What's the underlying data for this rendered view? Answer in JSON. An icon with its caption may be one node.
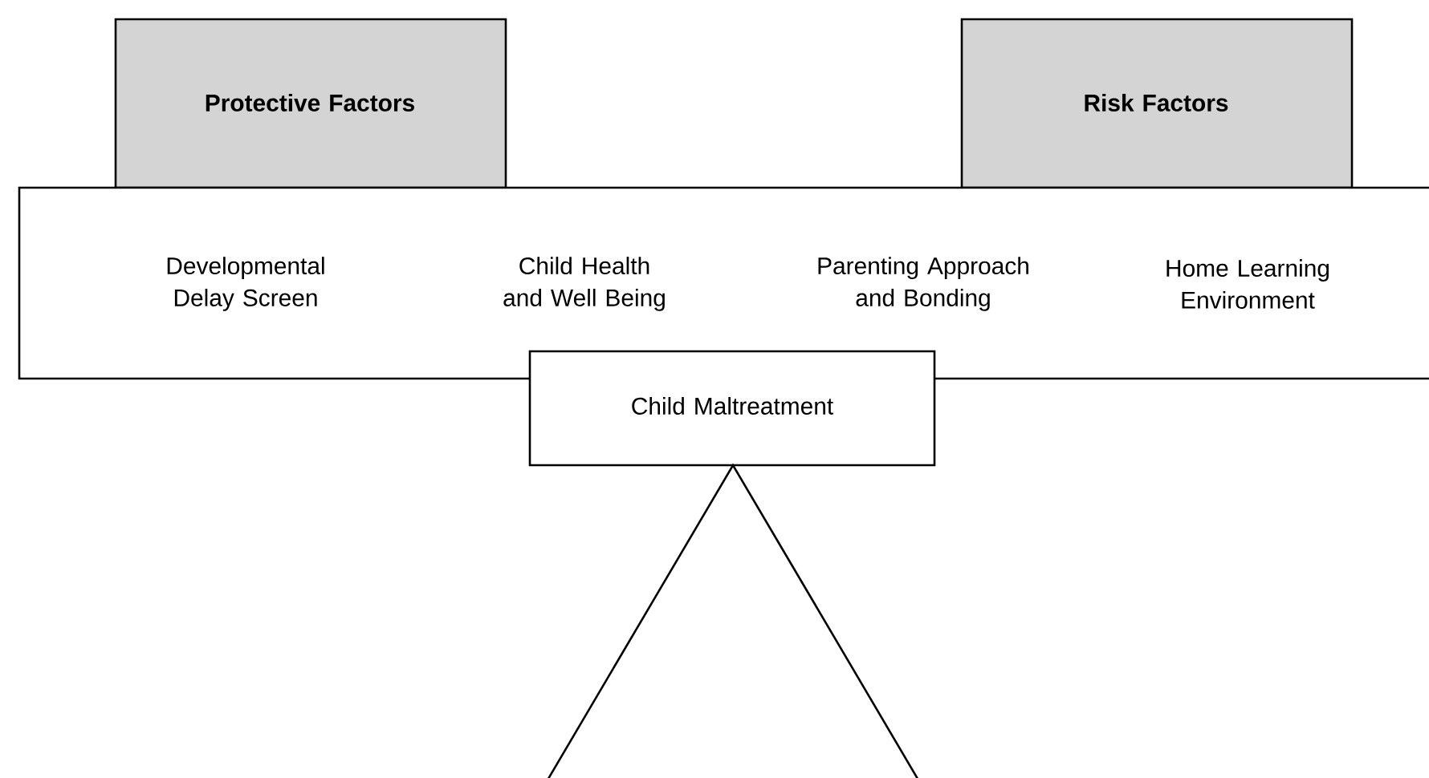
{
  "diagram": {
    "nodes": [
      {
        "text": [
          "Protective Factors"
        ]
      },
      {
        "text": [
          "Risk Factors"
        ]
      },
      {
        "text": [
          "Developmental Delay Screen",
          "Child Health and Well Being",
          "Parenting Approach and Bonding",
          "Home Learning Environment"
        ]
      },
      {
        "text": [
          "Child Maltreatment"
        ]
      },
      {
        "text": [],
        "shape": "triangle"
      }
    ],
    "edges": []
  }
}
